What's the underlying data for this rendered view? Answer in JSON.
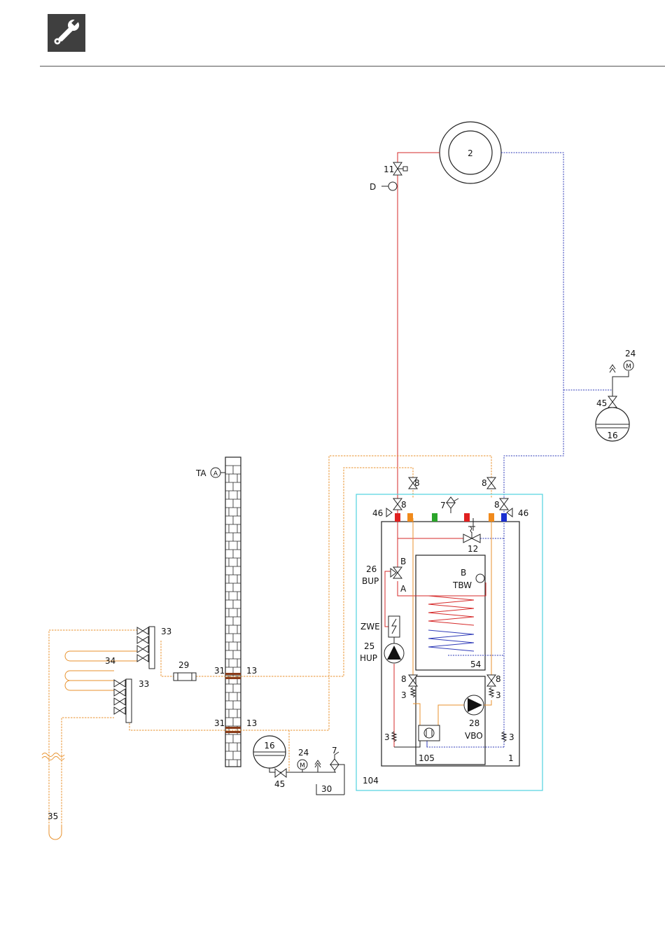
{
  "header": {
    "icon": "wrench-icon"
  },
  "colors": {
    "flow": "#d62a2a",
    "return": "#2f3bb8",
    "brine": "#e8922e",
    "cabinet": "#4fd3e0",
    "frame": "#222222",
    "outlet_red": "#e02020",
    "outlet_orange": "#f08a1c",
    "outlet_green": "#2aa52a",
    "outlet_blue": "#1a2fd0"
  },
  "labels": {
    "radiator": "2",
    "valve_11": "11",
    "sensor_d": "D",
    "ta": "TA",
    "sensor_a_symbol": "A",
    "motor_symbol": "M",
    "valve_8": "8",
    "valve_46": "46",
    "valve_7": "7",
    "valve_12": "12",
    "valve_26": "26",
    "bup": "BUP",
    "port_b": "B",
    "port_a": "A",
    "sensor_b": "B",
    "tbw": "TBW",
    "zwe": "ZWE",
    "pump_25": "25",
    "hup": "HUP",
    "tank_54": "54",
    "num_3": "3",
    "pump_28": "28",
    "vbo": "VBO",
    "unit_105": "105",
    "unit_1": "1",
    "cabinet_104": "104",
    "manifold_33": "33",
    "loop_34": "34",
    "filter_29": "29",
    "wall_31": "31",
    "wall_13": "13",
    "vessel_16": "16",
    "gauge_24": "24",
    "valve_45": "45",
    "drain_30": "30",
    "probe_35": "35"
  }
}
